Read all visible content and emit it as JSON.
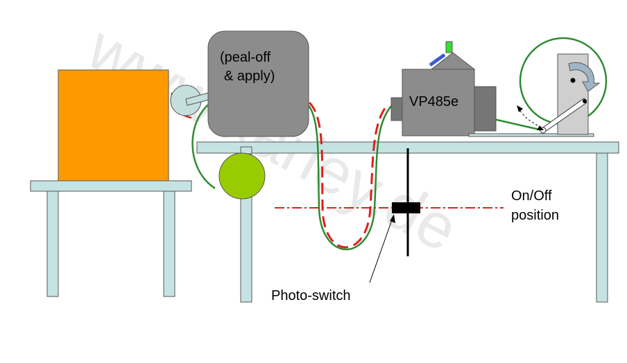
{
  "watermark": "www.karley.de",
  "labels": {
    "applicator_line1": "(peal-off",
    "applicator_line2": "& apply)",
    "printer": "VP485e",
    "onoff_line1": "On/Off",
    "onoff_line2": "position",
    "photo_switch": "Photo-switch"
  },
  "colors": {
    "table": "#c5e3e3",
    "outline": "#555555",
    "orange_box": "#ff9900",
    "applicator": "#8c8c8c",
    "printer": "#8c8c8c",
    "printer_panel": "#767676",
    "green_roll": "#99cc00",
    "roll_disk": "#c5dede",
    "web_green": "#2e8b2e",
    "liner_red": "#e01e1e",
    "status_green": "#33dd33",
    "status_blue": "#3a5adb",
    "rewinder_plate": "#cfcfcf",
    "rewinder_arrow": "#9fb5c5"
  }
}
